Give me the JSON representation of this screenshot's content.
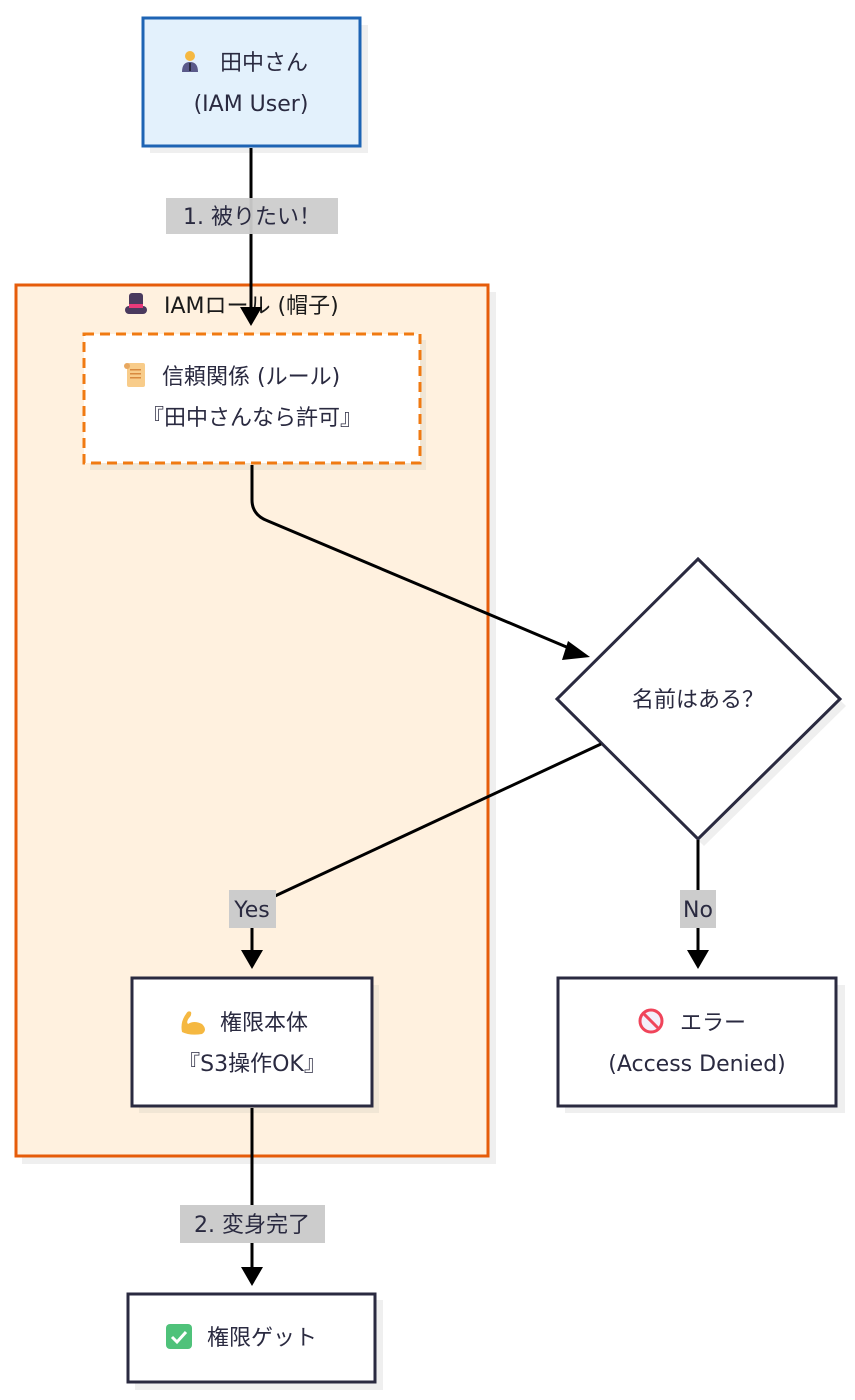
{
  "diagram": {
    "type": "flowchart",
    "direction": "top-to-bottom",
    "colors": {
      "user_fill": "#e3f1fc",
      "user_stroke": "#1e64b4",
      "cluster_fill": "#fff1df",
      "cluster_stroke": "#e65c0a",
      "trust_stroke": "#f07a12",
      "node_stroke": "#2a2a40",
      "edge": "#000000",
      "edge_label_bg": "#cccccc",
      "shadow": "#efefef"
    },
    "cluster": {
      "id": "iam-role",
      "icon": "top-hat-icon",
      "title": "IAMロール (帽子)"
    },
    "nodes": {
      "user": {
        "icon": "office-worker-icon",
        "line1": "田中さん",
        "line2": "(IAM User)"
      },
      "trust": {
        "icon": "scroll-icon",
        "line1": "信頼関係 (ルール)",
        "line2": "『田中さんなら許可』"
      },
      "decision": {
        "label": "名前はある？"
      },
      "permission": {
        "icon": "flexed-biceps-icon",
        "line1": "権限本体",
        "line2": "『S3操作OK』"
      },
      "error": {
        "icon": "prohibited-icon",
        "line1": "エラー",
        "line2": "(Access Denied)"
      },
      "success": {
        "icon": "check-mark-button-icon",
        "line1": "権限ゲット"
      }
    },
    "edges": {
      "user_to_trust": "1. 被りたい！",
      "trust_to_decision": "",
      "decision_yes": "Yes",
      "decision_no": "No",
      "permission_to_success": "2. 変身完了"
    }
  }
}
